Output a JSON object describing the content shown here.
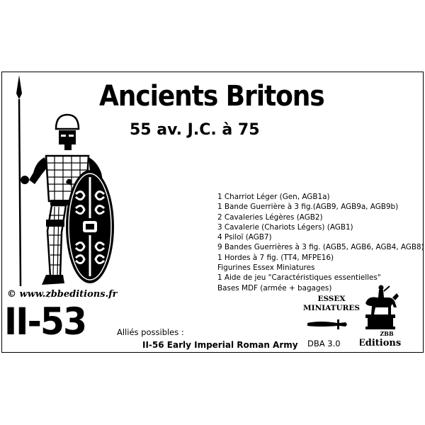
{
  "header": {
    "title": "Ancients Britons",
    "subtitle": "55 av. J.C. à 75"
  },
  "army_list": [
    "1 Charriot Léger (Gen, AGB1a)",
    "1 Bande Guerrière à 3 fig.(AGB9, AGB9a, AGB9b)",
    "2 Cavaleries Légères (AGB2)",
    "3 Cavalerie (Chariots Légers) (AGB1)",
    "4 Psiloï (AGB7)",
    "9 Bandes Guerrières à 3 fig. (AGB5, AGB6, AGB4, AGB8)",
    "1 Hordes à 7 fig. (TT4, MFPE16)",
    "Figurines Essex Miniatures",
    "1 Aide de jeu \"Caractéristiques essentielles\"",
    "Bases MDF (armée + bagages)"
  ],
  "footer": {
    "website": "© www.zbbeditions.fr",
    "code": "II-53",
    "allies_label": "Alliés possibles :",
    "allies_value": "II-56 Early Imperial Roman Army",
    "dba_version": "DBA 3.0"
  },
  "essex_logo": {
    "line1": "ESSEX",
    "line2": "MINIATURES"
  },
  "zbb_logo": {
    "text_top": "ZBB",
    "text_main": "Editions"
  },
  "colors": {
    "ink": "#000000",
    "paper": "#ffffff"
  },
  "icons": [
    "warrior-illustration",
    "sword-icon",
    "equestrian-statue-icon"
  ]
}
